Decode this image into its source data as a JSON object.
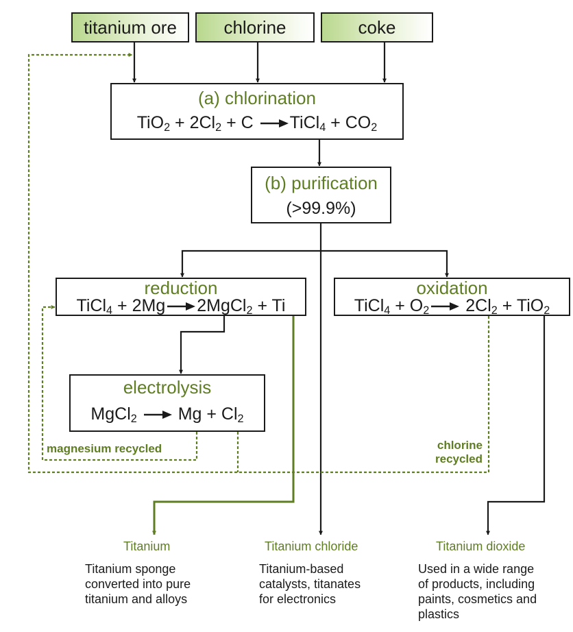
{
  "inputs": {
    "ore": "titanium ore",
    "chlorine": "chlorine",
    "coke": "coke"
  },
  "chlorination": {
    "title": "(a) chlorination",
    "eq": [
      {
        "t": "TiO"
      },
      {
        "s": "2"
      },
      {
        "t": " + 2Cl"
      },
      {
        "s": "2"
      },
      {
        "t": " + C "
      },
      {
        "a": true
      },
      {
        "t": "TiCl"
      },
      {
        "s": "4"
      },
      {
        "t": " + CO"
      },
      {
        "s": "2"
      }
    ]
  },
  "purification": {
    "title": "(b) purification",
    "detail": "(>99.9%)"
  },
  "reduction": {
    "title": "reduction",
    "eq": [
      {
        "t": "TiCl"
      },
      {
        "s": "4"
      },
      {
        "t": " + 2Mg"
      },
      {
        "a": true
      },
      {
        "t": "2MgCl"
      },
      {
        "s": "2"
      },
      {
        "t": " + Ti"
      }
    ]
  },
  "oxidation": {
    "title": "oxidation",
    "eq": [
      {
        "t": "TiCl"
      },
      {
        "s": "4"
      },
      {
        "t": " + O"
      },
      {
        "s": "2"
      },
      {
        "a": true
      },
      {
        "t": " 2Cl"
      },
      {
        "s": "2"
      },
      {
        "t": " + TiO"
      },
      {
        "s": "2"
      }
    ]
  },
  "electrolysis": {
    "title": "electrolysis",
    "eq": [
      {
        "t": "MgCl"
      },
      {
        "s": "2"
      },
      {
        "t": " "
      },
      {
        "a": true
      },
      {
        "t": "  Mg + Cl"
      },
      {
        "s": "2"
      }
    ]
  },
  "labels": {
    "magnesium": "magnesium recycled",
    "chlorine": "chlorine\nrecycled"
  },
  "outputs": {
    "titanium": {
      "title": "Titanium",
      "desc": "Titanium sponge\nconverted into pure\ntitanium and alloys"
    },
    "chloride": {
      "title": "Titanium chloride",
      "desc": "Titanium-based\ncatalysts, titanates\nfor electronics"
    },
    "dioxide": {
      "title": "Titanium dioxide",
      "desc": "Used in a wide range\nof products, including\npaints, cosmetics and\nplastics"
    }
  },
  "colors": {
    "accent": "#5f7d23",
    "line": "#1a1a1a",
    "input_fill": "#b9d88e"
  }
}
